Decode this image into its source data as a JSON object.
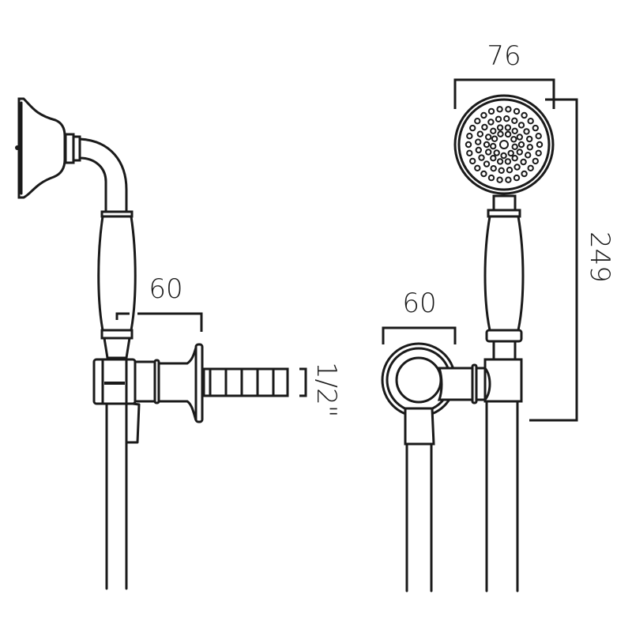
{
  "title": "Shower handset and wall outlet dimension drawing",
  "dimensions": {
    "head_diameter": "76",
    "overall_height": "249",
    "side_projection": "60",
    "front_outlet_width": "60",
    "thread_size": "1/2\""
  },
  "colors": {
    "line": "#1a1a1a",
    "background": "#ffffff"
  }
}
